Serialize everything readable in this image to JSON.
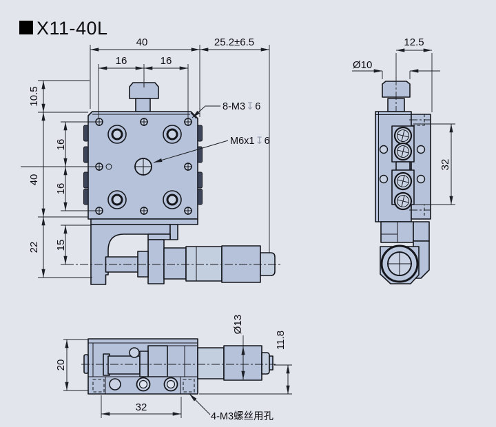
{
  "title": "X11-40L",
  "front_view": {
    "dim_width": "40",
    "dim_travel": "25.2±6.5",
    "dim_top_pitch_left": "16",
    "dim_top_pitch_right": "16",
    "dim_knob_height": "10.5",
    "dim_body_height": "40",
    "dim_lower_height": "22",
    "dim_row_upper": "16",
    "dim_row_lower": "16",
    "dim_axis_height": "15",
    "label_pattern_holes": {
      "text": "8-M3",
      "depth_glyph": "↧",
      "depth": "6"
    },
    "label_center_hole": {
      "text": "M6x1",
      "depth_glyph": "↧",
      "depth": "6"
    }
  },
  "side_view": {
    "dim_center_to_edge": "12.5",
    "dim_knob_dia": "Ø10",
    "dim_travel_ref": "32"
  },
  "bottom_view": {
    "dim_thickness": "20",
    "dim_mount_pitch": "32",
    "dim_barrel_dia": "Ø13",
    "dim_axis_height": "11.8",
    "label_mount_holes": "4-M3螺丝用孔"
  },
  "colors": {
    "background": "#e3e5ed",
    "part_fill": "#b6c2d9",
    "part_fill_light": "#c3cedf",
    "bore_fill": "#c9d3e3",
    "dark_tab": "#3c4459",
    "outline": "#15171d",
    "dim_line": "#1b1e24",
    "depth_symbol": "#99a1b1"
  }
}
